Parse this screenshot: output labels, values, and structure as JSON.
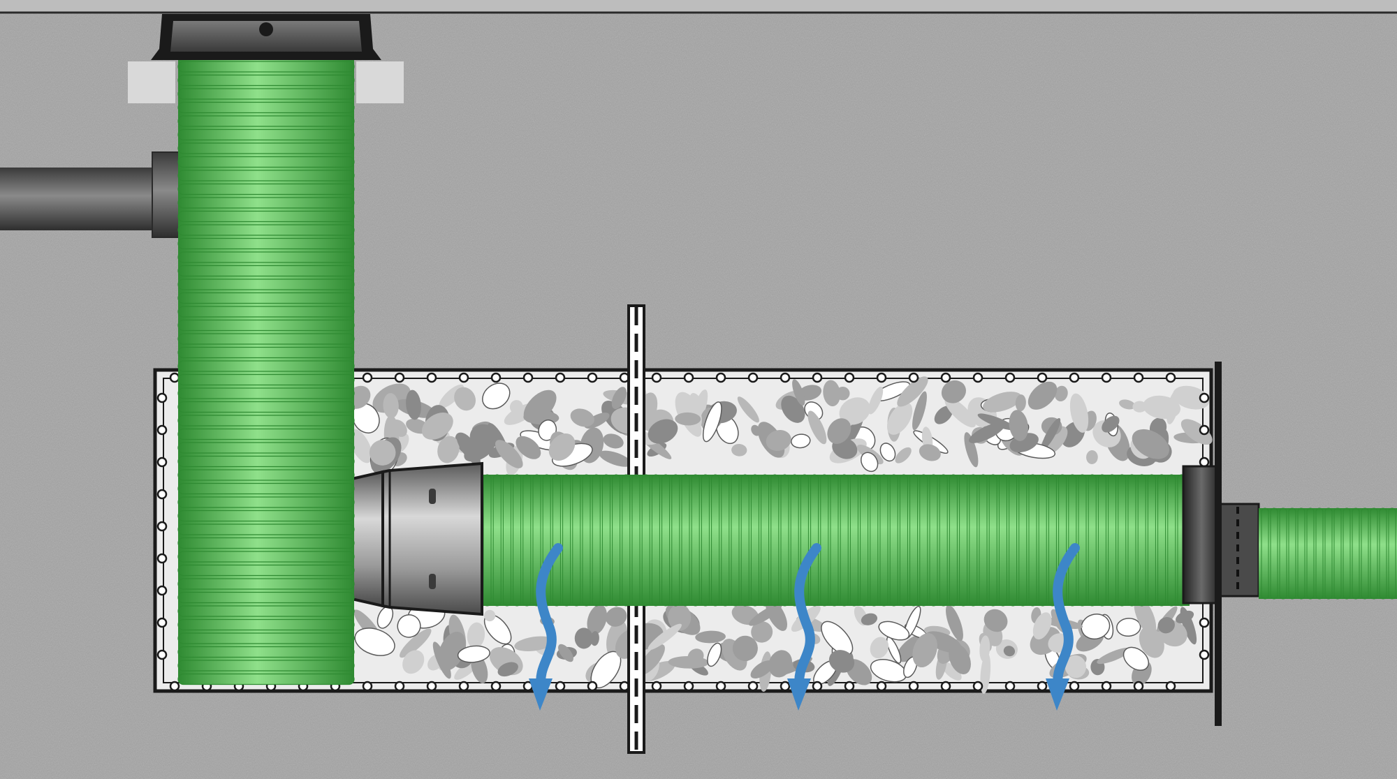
{
  "diagram": {
    "kind": "infiltration-trench-cross-section",
    "components": [
      "soil",
      "ground-line",
      "manhole-cover",
      "vertical-corrugated-shaft",
      "inlet-pipe",
      "gravel-trench",
      "geotextile-wrap",
      "pipe-coupling",
      "perforated-drain-pipe",
      "end-cap",
      "outlet-pipe",
      "infiltration-arrows",
      "section-break-marker"
    ],
    "infiltration_arrow_count": 3,
    "colors": {
      "soil": "#a3a3a3",
      "pipe_green": "#4fb84a",
      "pipe_green_light": "#8fe08a",
      "pipe_green_dark": "#2f8a32",
      "gravel_bed": "#ececec",
      "stone": "#9d9d9d",
      "water_arrow": "#3d86c8",
      "fitting_dark": "#4a4a4a",
      "fitting_grey": "#8d8d8d",
      "outline": "#1a1a1a"
    }
  }
}
